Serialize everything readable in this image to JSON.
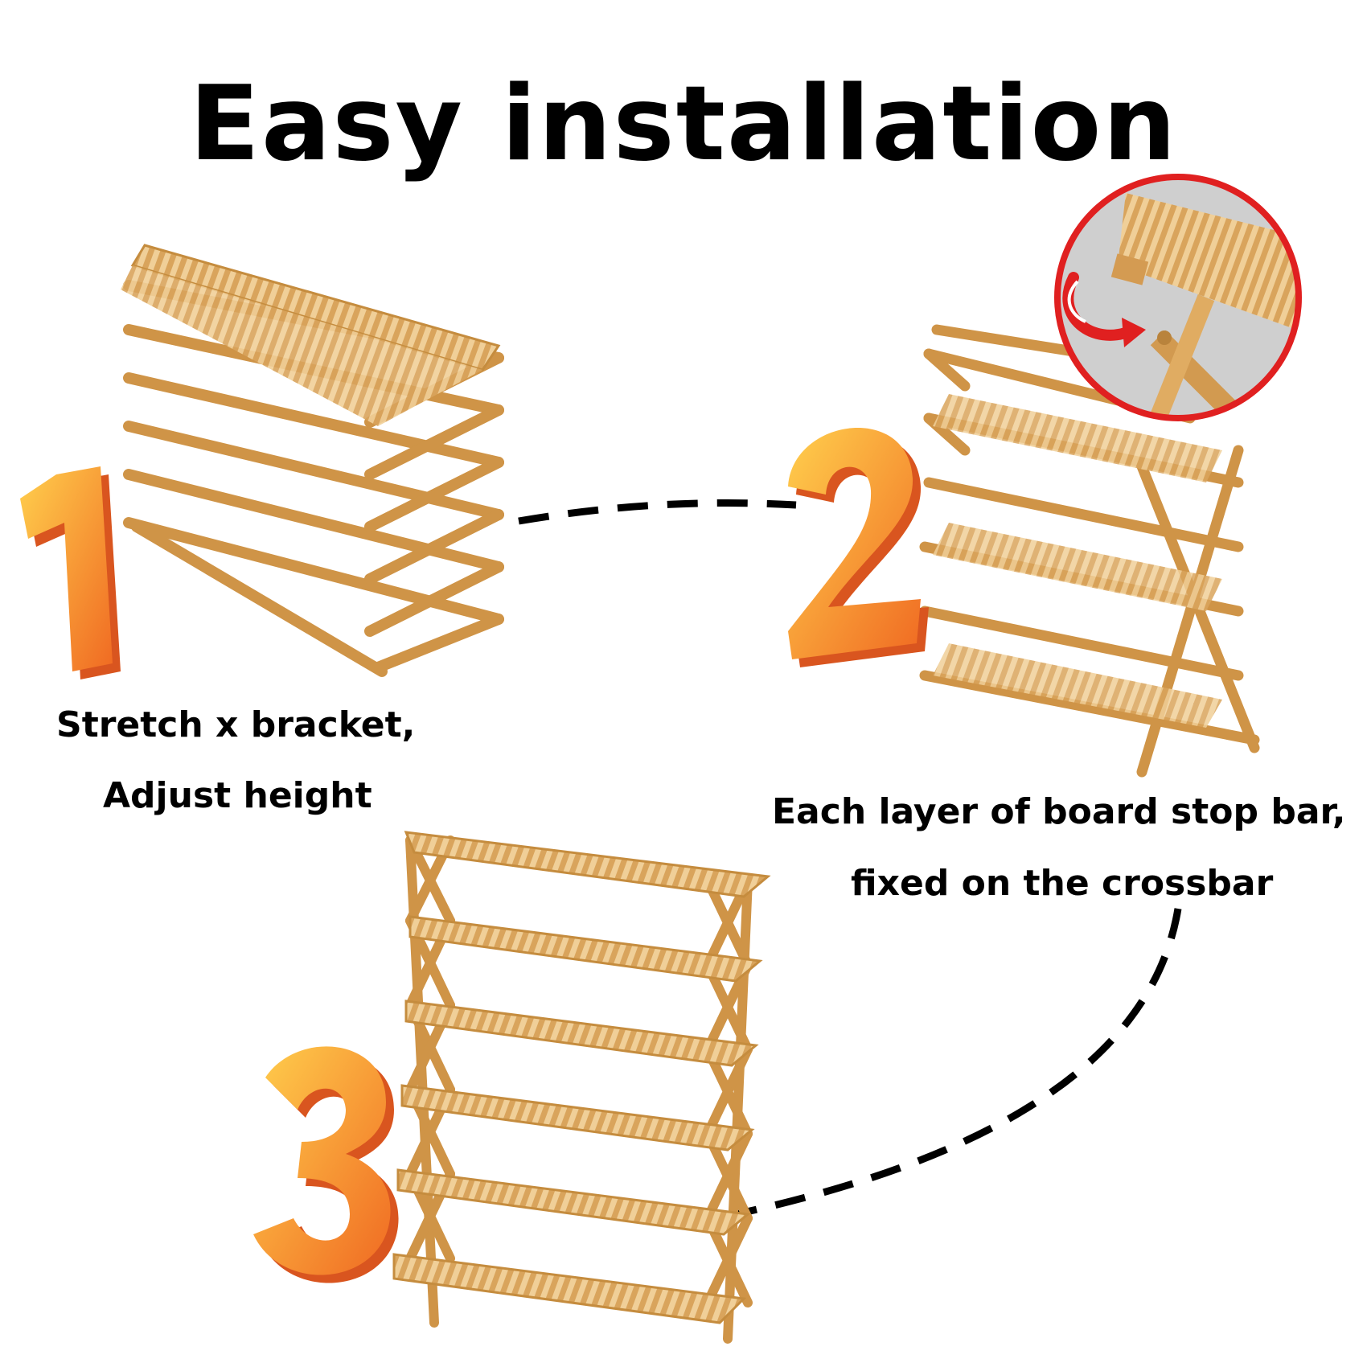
{
  "title": "Easy installation",
  "steps": [
    {
      "number": "1",
      "caption_lines": [
        "Stretch x bracket,",
        "Adjust height"
      ]
    },
    {
      "number": "2",
      "caption_lines": [
        "Each layer of board stop bar,",
        "fixed on the crossbar"
      ]
    },
    {
      "number": "3",
      "caption_lines": []
    }
  ],
  "colors": {
    "wood": "#e6b36a",
    "wood_dark": "#c58c3e",
    "number_orange": "#f07a2a",
    "number_yellow": "#ffc94a",
    "accent_red": "#e02020"
  },
  "icons": [
    "curved-arrow-icon",
    "magnifier-inset"
  ]
}
